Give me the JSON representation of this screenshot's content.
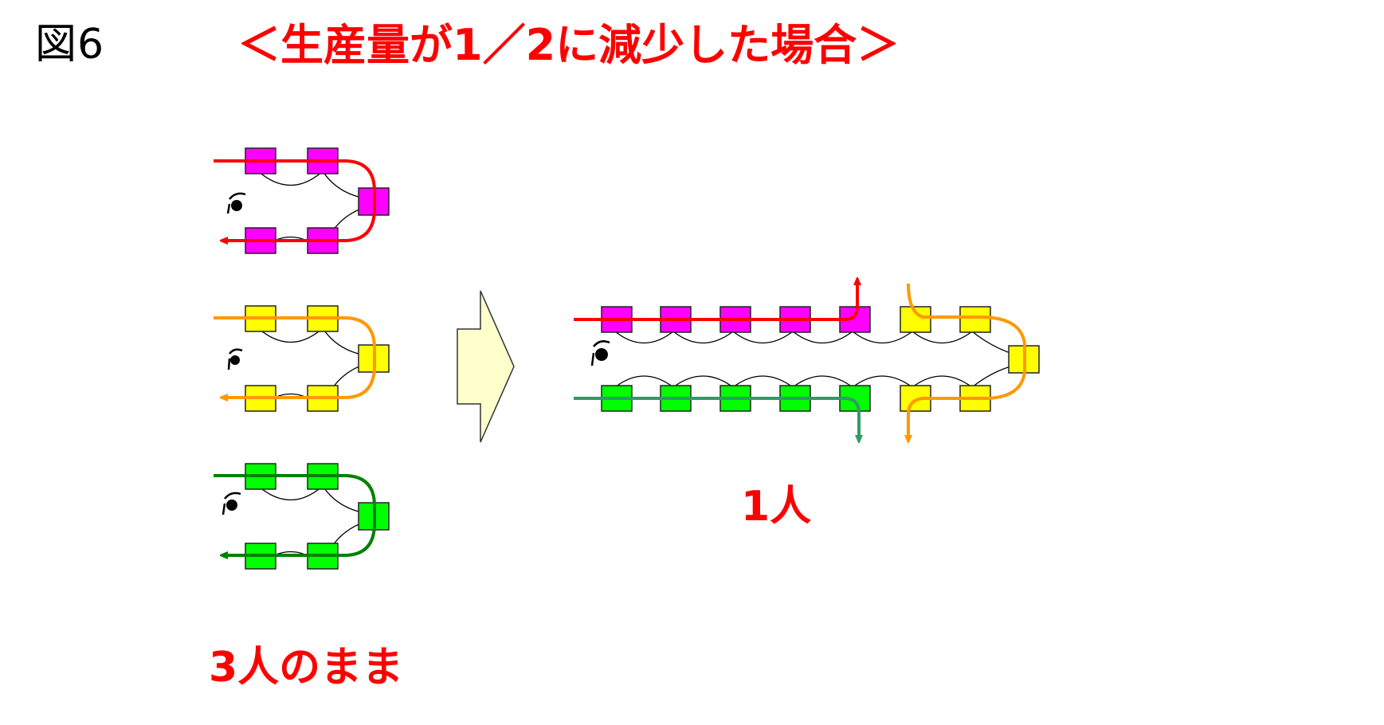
{
  "figure_label": "図6",
  "title": "＜生産量が1／2に減少した場合＞",
  "caption_one_person": "1人",
  "caption_three_people": "3人のまま",
  "colors": {
    "title": "#ff0000",
    "station_magenta": "#ff00ff",
    "station_yellow": "#ffff00",
    "station_green": "#00ff00",
    "flow_red": "#ff0000",
    "flow_orange": "#ff9900",
    "flow_green": "#008000",
    "flow_teal": "#339966",
    "big_arrow_fill": "#ffffcc",
    "connector": "#000000"
  },
  "icons": {
    "worker": "worker-icon",
    "transition": "right-block-arrow-icon"
  }
}
